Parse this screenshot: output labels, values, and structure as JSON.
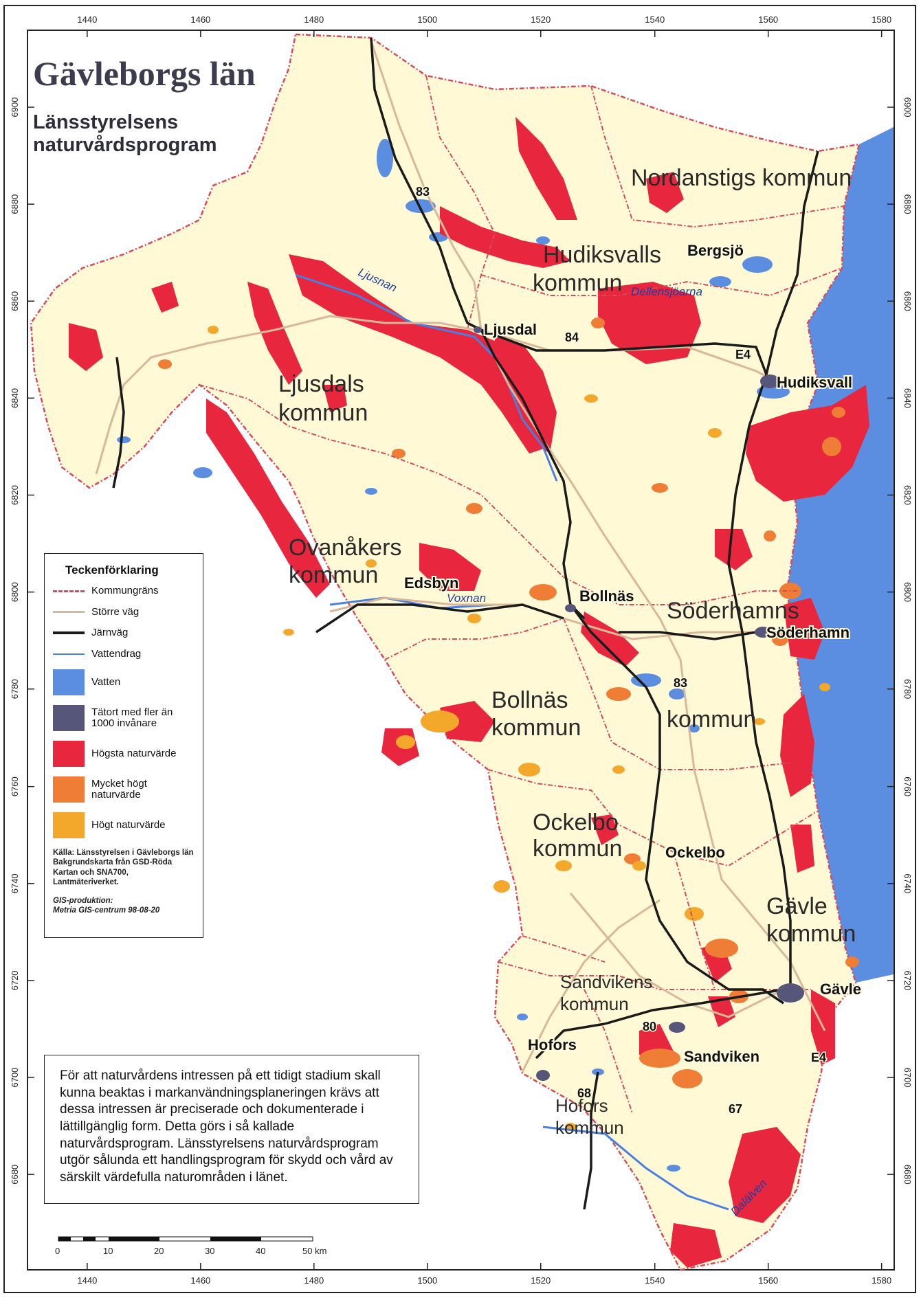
{
  "title": "Gävleborgs län",
  "subtitle": "Länsstyrelsens naturvårdsprogram",
  "colors": {
    "land": "#fff9d6",
    "highest": "#e8273f",
    "very_high": "#f07d35",
    "high": "#f4a82b",
    "water": "#5b8ee0",
    "urban": "#56567a",
    "boundary": "#d64a5e",
    "road": "#d9b79a",
    "rail": "#1a1a1a"
  },
  "grid": {
    "x_labels_top": [
      "1440",
      "1460",
      "1480",
      "1500",
      "1520",
      "1540",
      "1560",
      "1580"
    ],
    "x_labels_bottom": [
      "1440",
      "1460",
      "1480",
      "1500",
      "1520",
      "1540",
      "1560",
      "1580"
    ],
    "y_labels": [
      "6900",
      "6880",
      "6860",
      "6840",
      "6820",
      "6800",
      "6780",
      "6760",
      "6740",
      "6720",
      "6700",
      "6680"
    ]
  },
  "municipalities": [
    {
      "lines": [
        "Nordanstigs kommun"
      ]
    },
    {
      "lines": [
        "Hudiksvalls",
        "kommun"
      ]
    },
    {
      "lines": [
        "Ljusdals",
        "kommun"
      ]
    },
    {
      "lines": [
        "Ovanåkers",
        "kommun"
      ]
    },
    {
      "lines": [
        "Söderhamns"
      ]
    },
    {
      "lines": [
        "kommun"
      ]
    },
    {
      "lines": [
        "Bollnäs",
        "kommun"
      ]
    },
    {
      "lines": [
        "Ockelbo",
        "kommun"
      ]
    },
    {
      "lines": [
        "Gävle",
        "kommun"
      ]
    },
    {
      "lines": [
        "Sandvikens",
        "kommun"
      ]
    },
    {
      "lines": [
        "Hofors",
        "kommun"
      ]
    }
  ],
  "towns": [
    "Bergsjö",
    "Ljusdal",
    "Hudiksvall",
    "Edsbyn",
    "Bollnäs",
    "Söderhamn",
    "Ockelbo",
    "Gävle",
    "Hofors",
    "Sandviken"
  ],
  "road_numbers": [
    "83",
    "84",
    "E4",
    "83",
    "80",
    "68",
    "67",
    "E4"
  ],
  "water_names": [
    "Ljusnan",
    "Dellensjöarna",
    "Voxnan",
    "Dalälven"
  ],
  "legend": {
    "title": "Teckenförklaring",
    "items": [
      {
        "label": "Kommungräns",
        "kind": "boundary"
      },
      {
        "label": "Större väg",
        "kind": "road"
      },
      {
        "label": "Järnväg",
        "kind": "rail"
      },
      {
        "label": "Vattendrag",
        "kind": "stream"
      },
      {
        "label": "Vatten",
        "kind": "water"
      },
      {
        "label": "Tätort med fler än 1000 invånare",
        "kind": "urban"
      },
      {
        "label": "Högsta naturvärde",
        "kind": "highest"
      },
      {
        "label": "Mycket högt naturvärde",
        "kind": "very_high"
      },
      {
        "label": "Högt naturvärde",
        "kind": "high"
      }
    ],
    "source": "Källa: Länsstyrelsen i Gävleborgs län Bakgrundskarta från GSD-Röda Kartan och SNA700, Lantmäteriverket.",
    "credit_lines": [
      "GIS-produktion:",
      "Metria GIS-centrum 98-08-20"
    ]
  },
  "scale_bar": {
    "labels": [
      "0",
      "10",
      "20",
      "30",
      "40",
      "50 km"
    ]
  },
  "note": "För att naturvårdens intressen på ett tidigt stadium skall kunna beaktas i markanvändningsplaneringen krävs att dessa intressen är preciserade och dokumenterade i lättillgänglig form. Detta görs i så kallade naturvårdsprogram. Länsstyrelsens naturvårdsprogram utgör sålunda ett handlingsprogram för skydd och vård av särskilt värdefulla naturområden i länet."
}
